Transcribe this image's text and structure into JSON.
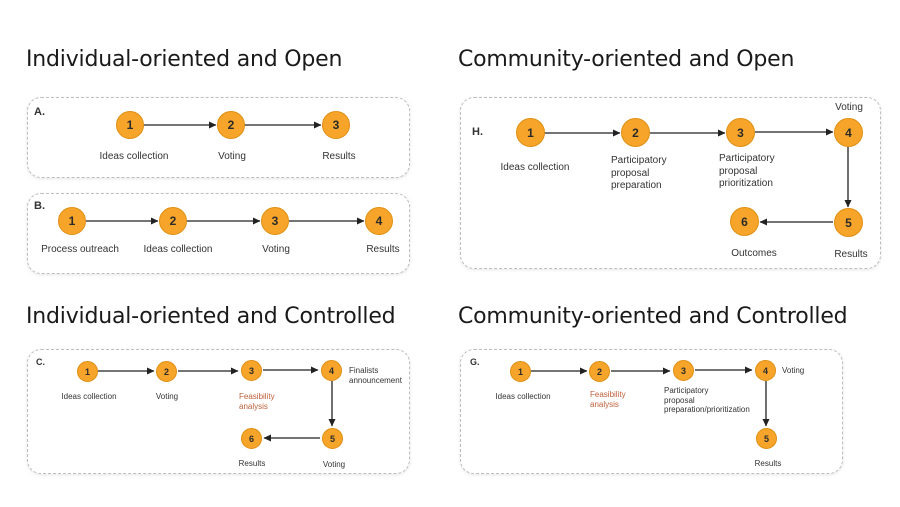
{
  "headings": {
    "top_left": "Individual-oriented and Open",
    "top_right": "Community-oriented and Open",
    "bottom_left": "Individual-oriented and Controlled",
    "bottom_right": "Community-oriented and Controlled"
  },
  "colors": {
    "node": "#f7a52a",
    "node_border": "#e08f12",
    "arrow": "#222222",
    "accent_text": "#c0603a"
  },
  "panels": {
    "A": {
      "label": "A.",
      "nodes": [
        "1",
        "2",
        "3"
      ],
      "labels": [
        "Ideas collection",
        "Voting",
        "Results"
      ]
    },
    "B": {
      "label": "B.",
      "nodes": [
        "1",
        "2",
        "3",
        "4"
      ],
      "labels": [
        "Process outreach",
        "Ideas collection",
        "Voting",
        "Results"
      ]
    },
    "H": {
      "label": "H.",
      "nodes": [
        "1",
        "2",
        "3",
        "4",
        "5",
        "6"
      ],
      "labels": [
        "Ideas collection",
        "Participatory\nproposal\npreparation",
        "Participatory\nproposal\nprioritization",
        "Voting",
        "Results",
        "Outcomes"
      ]
    },
    "C": {
      "label": "C.",
      "nodes": [
        "1",
        "2",
        "3",
        "4",
        "5",
        "6"
      ],
      "labels": [
        "Ideas collection",
        "Voting",
        "Feasibility\nanalysis",
        "Finalists\nannouncement",
        "Voting",
        "Results"
      ]
    },
    "G": {
      "label": "G.",
      "nodes": [
        "1",
        "2",
        "3",
        "4",
        "5"
      ],
      "labels": [
        "Ideas collection",
        "Feasibility\nanalysis",
        "Participatory\nproposal\npreparation/prioritization",
        "Voting",
        "Results"
      ]
    }
  }
}
